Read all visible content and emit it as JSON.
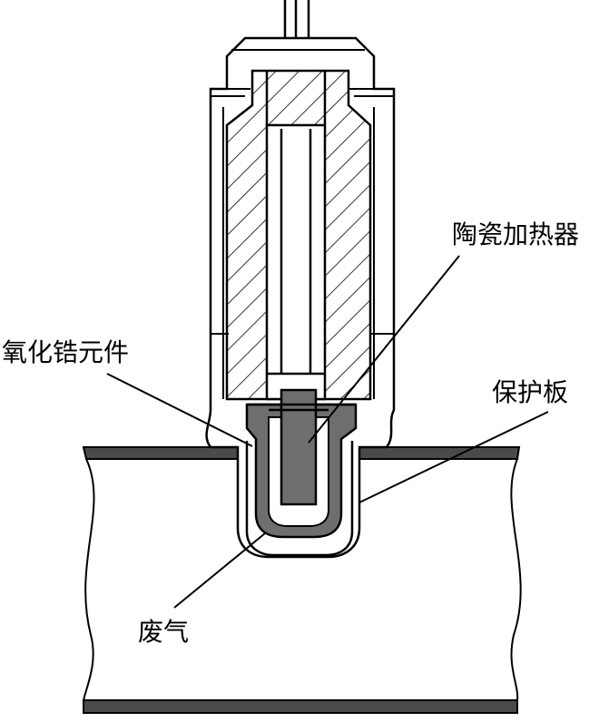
{
  "labels": {
    "ceramic_heater": "陶瓷加热器",
    "zirconia_element": "氧化锆元件",
    "protective_plate": "保护板",
    "exhaust_gas": "废气"
  },
  "colors": {
    "line": "#000000",
    "sensor_element_fill": "#6e6e6e",
    "heater_fill": "#6e6e6e",
    "background": "#ffffff"
  }
}
